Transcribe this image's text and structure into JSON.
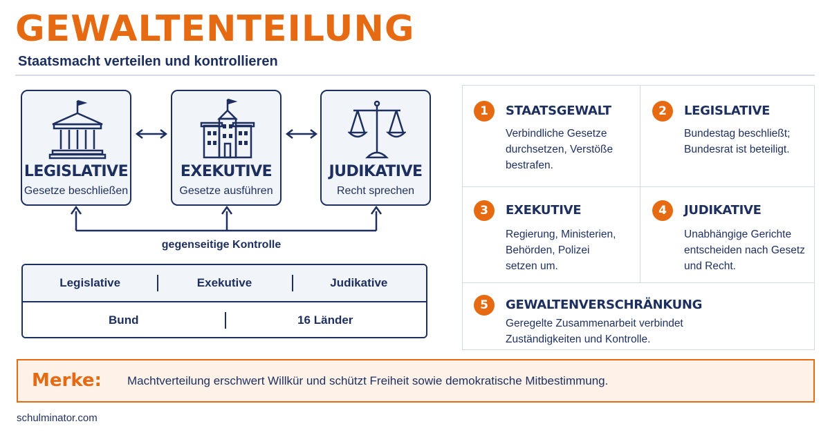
{
  "header": {
    "title": "GEWALTENTEILUNG",
    "subtitle": "Staatsmacht verteilen und kontrollieren"
  },
  "branches": [
    {
      "name": "LEGISLATIVE",
      "desc": "Gesetze beschließen",
      "icon": "parliament-icon"
    },
    {
      "name": "EXEKUTIVE",
      "desc": "Gesetze ausführen",
      "icon": "government-building-icon"
    },
    {
      "name": "JUDIKATIVE",
      "desc": "Recht sprechen",
      "icon": "scales-icon"
    }
  ],
  "control_label": "gegenseitige Kontrolle",
  "table": {
    "row1": [
      "Legislative",
      "Exekutive",
      "Judikative"
    ],
    "row2": [
      "Bund",
      "16 Länder"
    ]
  },
  "points": [
    {
      "num": "1",
      "title": "STAATSGEWALT",
      "text": [
        "Verbindliche Gesetze",
        "durchsetzen, Verstöße",
        "bestrafen."
      ]
    },
    {
      "num": "2",
      "title": "LEGISLATIVE",
      "text": [
        "Bundestag beschließt;",
        "Bundesrat ist beteiligt."
      ]
    },
    {
      "num": "3",
      "title": "EXEKUTIVE",
      "text": [
        "Regierung, Ministerien,",
        "Behörden, Polizei",
        "setzen um."
      ]
    },
    {
      "num": "4",
      "title": "JUDIKATIVE",
      "text": [
        "Unabhängige Gerichte",
        "entscheiden nach Gesetz",
        "und Recht."
      ]
    },
    {
      "num": "5",
      "title": "GEWALTENVERSCHRÄNKUNG",
      "text": [
        "Geregelte Zusammenarbeit verbindet",
        "Zuständigkeiten und Kontrolle."
      ]
    }
  ],
  "merke": {
    "label": "Merke:",
    "text": "Machtverteilung erschwert Willkür und schützt Freiheit sowie demokratische Mitbestimmung."
  },
  "footer": "schulminator.com",
  "colors": {
    "accent": "#e66a12",
    "navy": "#1d2f5e",
    "box_bg": "#f1f4f9",
    "merke_bg": "#fdf1e8"
  }
}
